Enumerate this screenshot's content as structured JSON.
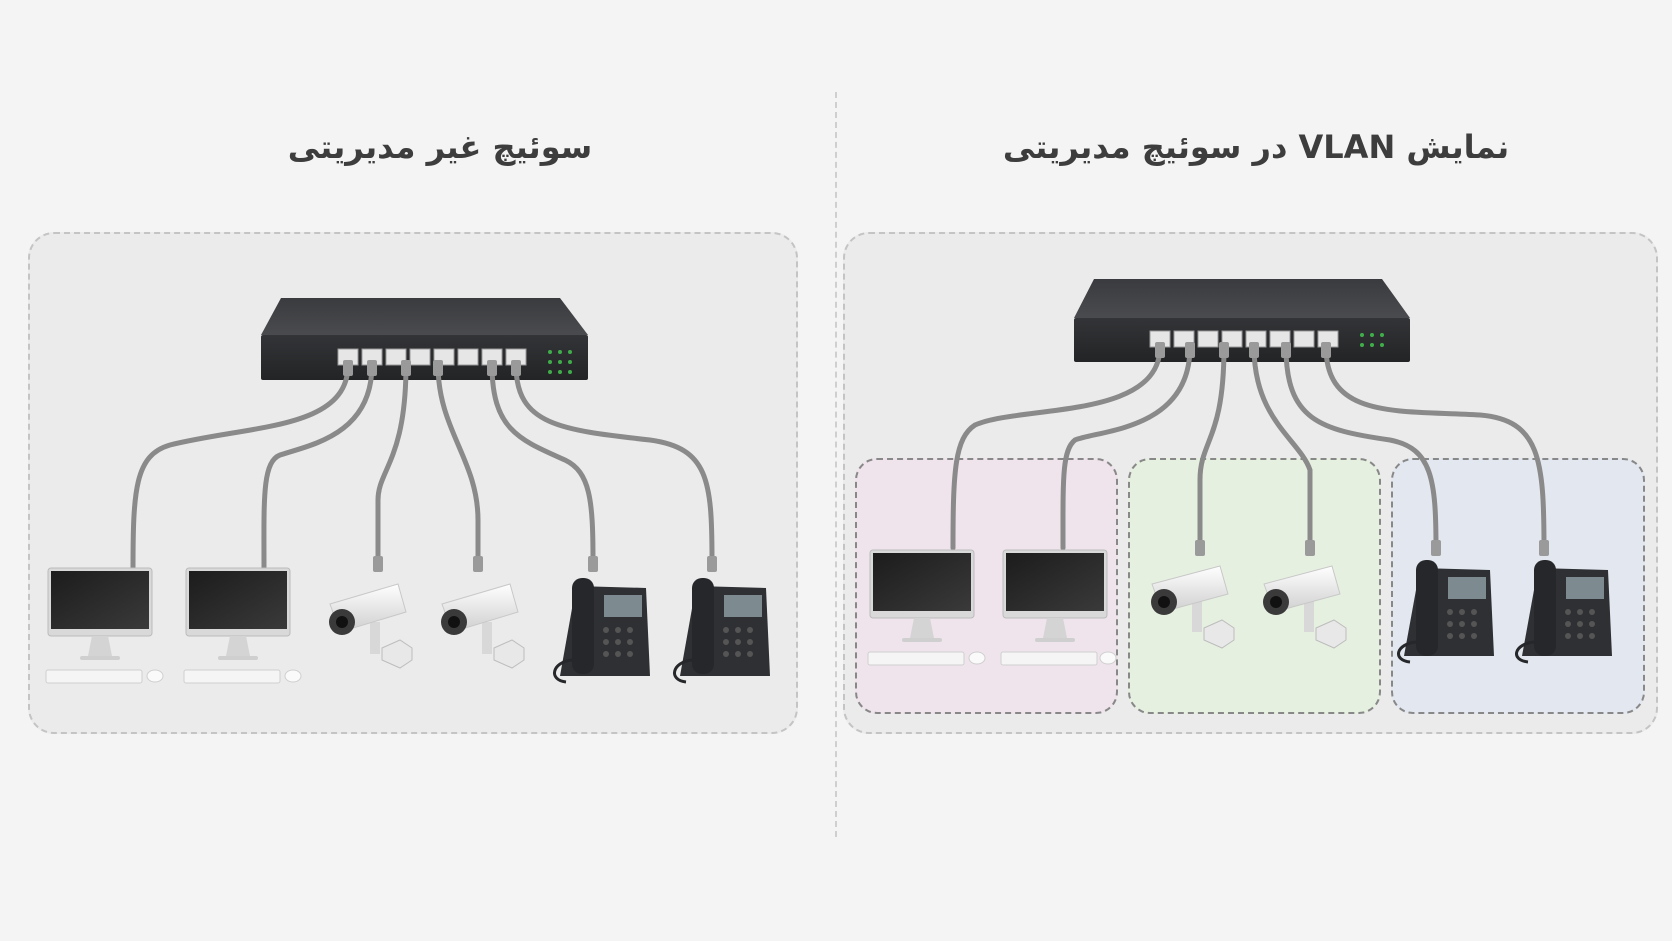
{
  "left": {
    "title": "سوئیچ غیر مدیریتی"
  },
  "right": {
    "title": "نمایش VLAN در سوئیچ مدیریتی"
  },
  "colors": {
    "background": "#f4f4f4",
    "panel": "#ebebeb",
    "switch": "#2e2f31",
    "cable": "#8a8a8a",
    "vlan_pink": "#efe4ec",
    "vlan_green": "#e6f0e0",
    "vlan_blue": "#e3e8f0"
  },
  "devices": {
    "left": [
      "computer",
      "computer",
      "camera",
      "camera",
      "phone",
      "phone"
    ],
    "right": [
      "computer",
      "computer",
      "camera",
      "camera",
      "phone",
      "phone"
    ]
  },
  "vlans": [
    "vlan-pink",
    "vlan-green",
    "vlan-blue"
  ]
}
